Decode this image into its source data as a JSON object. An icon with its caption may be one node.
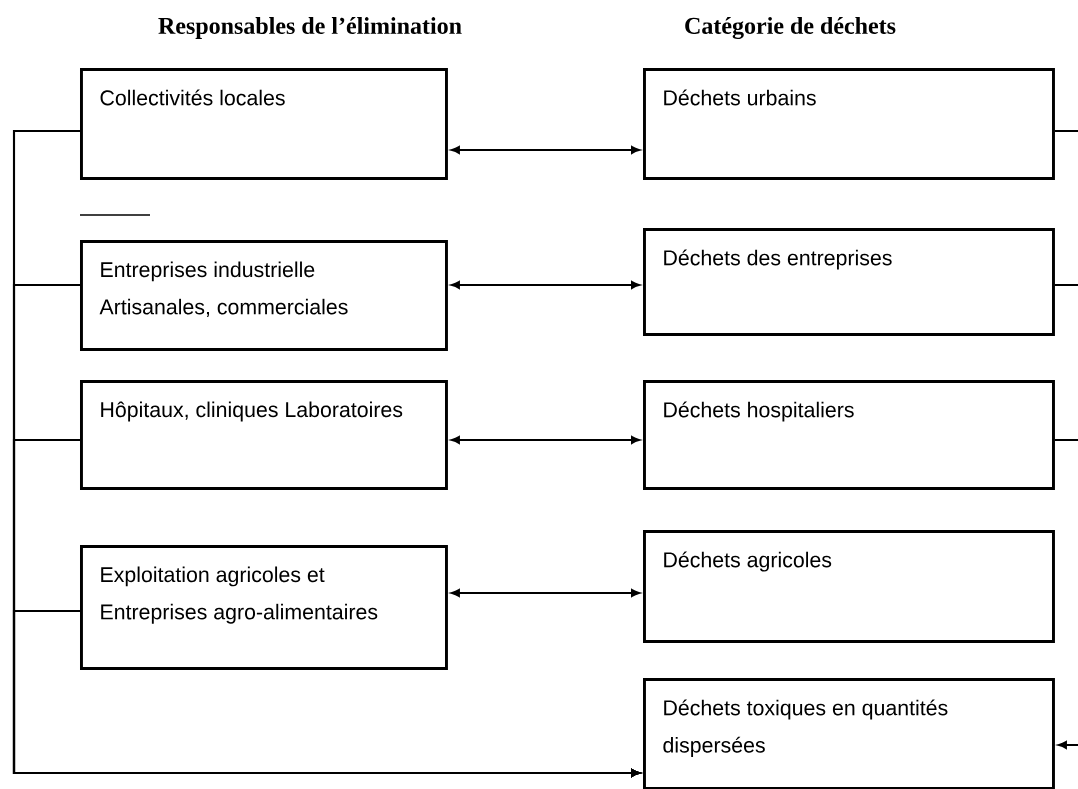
{
  "diagram": {
    "nodes": [
      {
        "text": [
          "Collectivités locales"
        ]
      },
      {
        "text": [
          "Déchets urbains"
        ]
      },
      {
        "text": [
          "Entreprises industrielle Artisanales, commerciales"
        ]
      },
      {
        "text": [
          "Déchets des entreprises"
        ]
      },
      {
        "text": [
          "Hôpitaux, cliniques Laboratoires"
        ]
      },
      {
        "text": [
          "Déchets hospitaliers"
        ]
      },
      {
        "text": [
          "Exploitation agricoles et Entreprises agro-alimentaires"
        ]
      },
      {
        "text": [
          "Déchets agricoles"
        ]
      },
      {
        "text": [
          "Déchets toxiques en quantités dispersées"
        ]
      }
    ],
    "edges": [
      {
        "from": 0,
        "to": 1,
        "arrow": "both"
      },
      {
        "from": 2,
        "to": 3,
        "arrow": "both"
      },
      {
        "from": 4,
        "to": 5,
        "arrow": "both"
      },
      {
        "from": 6,
        "to": 7,
        "arrow": "both"
      },
      {
        "from": 0,
        "to": 8,
        "arrow": "to"
      },
      {
        "from": 2,
        "to": 8,
        "arrow": "to"
      },
      {
        "from": 4,
        "to": 8,
        "arrow": "to"
      },
      {
        "from": 6,
        "to": 8,
        "arrow": "to"
      },
      {
        "from": 1,
        "to": null,
        "arrow": "none"
      },
      {
        "from": 3,
        "to": null,
        "arrow": "none"
      },
      {
        "from": 5,
        "to": null,
        "arrow": "none"
      },
      {
        "from": null,
        "to": 8,
        "arrow": "to"
      }
    ],
    "labels": [
      "Responsables de l’élimination",
      "Catégorie de déchets"
    ]
  }
}
